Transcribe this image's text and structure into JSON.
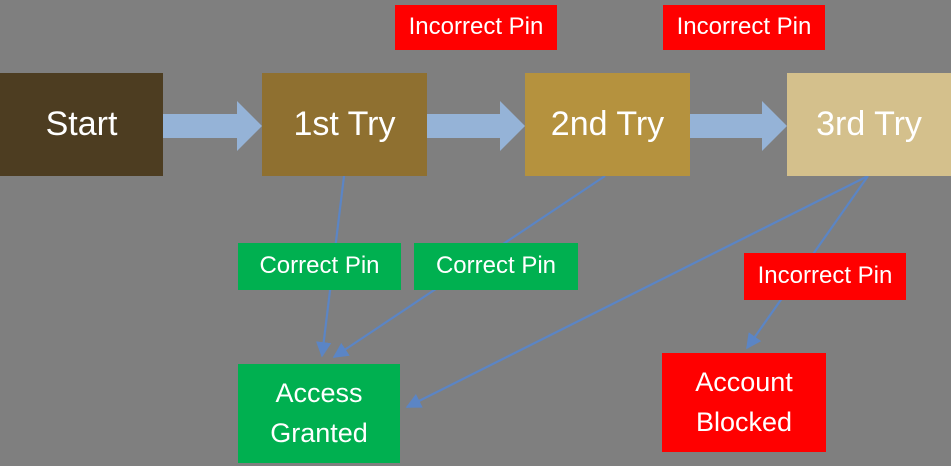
{
  "background_color": "#7f7f7f",
  "nodes": {
    "start": {
      "label": "Start",
      "color": "#4d3d21"
    },
    "try1": {
      "label": "1st Try",
      "color": "#8f7030"
    },
    "try2": {
      "label": "2nd Try",
      "color": "#b5923e"
    },
    "try3": {
      "label": "3rd Try",
      "color": "#d4c08c"
    },
    "access_granted": {
      "line1": "Access",
      "line2": "Granted",
      "color": "#00b050"
    },
    "account_blocked": {
      "line1": "Account",
      "line2": "Blocked",
      "color": "#ff0000"
    }
  },
  "edge_labels": {
    "incorrect_pin_1": {
      "text": "Incorrect Pin",
      "color": "#ff0000"
    },
    "incorrect_pin_2": {
      "text": "Incorrect Pin",
      "color": "#ff0000"
    },
    "incorrect_pin_3": {
      "text": "Incorrect Pin",
      "color": "#ff0000"
    },
    "correct_pin_1": {
      "text": "Correct Pin",
      "color": "#00b050"
    },
    "correct_pin_2": {
      "text": "Correct Pin",
      "color": "#00b050"
    }
  },
  "connectors": {
    "block_arrow_color": "#95b3d7",
    "line_arrow_color": "#5b85c5"
  },
  "edges": [
    {
      "from": "Start",
      "to": "1st Try",
      "type": "block-arrow",
      "label": ""
    },
    {
      "from": "1st Try",
      "to": "2nd Try",
      "type": "block-arrow",
      "label": "Incorrect Pin"
    },
    {
      "from": "2nd Try",
      "to": "3rd Try",
      "type": "block-arrow",
      "label": "Incorrect Pin"
    },
    {
      "from": "1st Try",
      "to": "Access Granted",
      "type": "line-arrow",
      "label": "Correct Pin"
    },
    {
      "from": "2nd Try",
      "to": "Access Granted",
      "type": "line-arrow",
      "label": "Correct Pin"
    },
    {
      "from": "3rd Try",
      "to": "Access Granted",
      "type": "line-arrow",
      "label": ""
    },
    {
      "from": "3rd Try",
      "to": "Account Blocked",
      "type": "line-arrow",
      "label": "Incorrect Pin"
    }
  ]
}
